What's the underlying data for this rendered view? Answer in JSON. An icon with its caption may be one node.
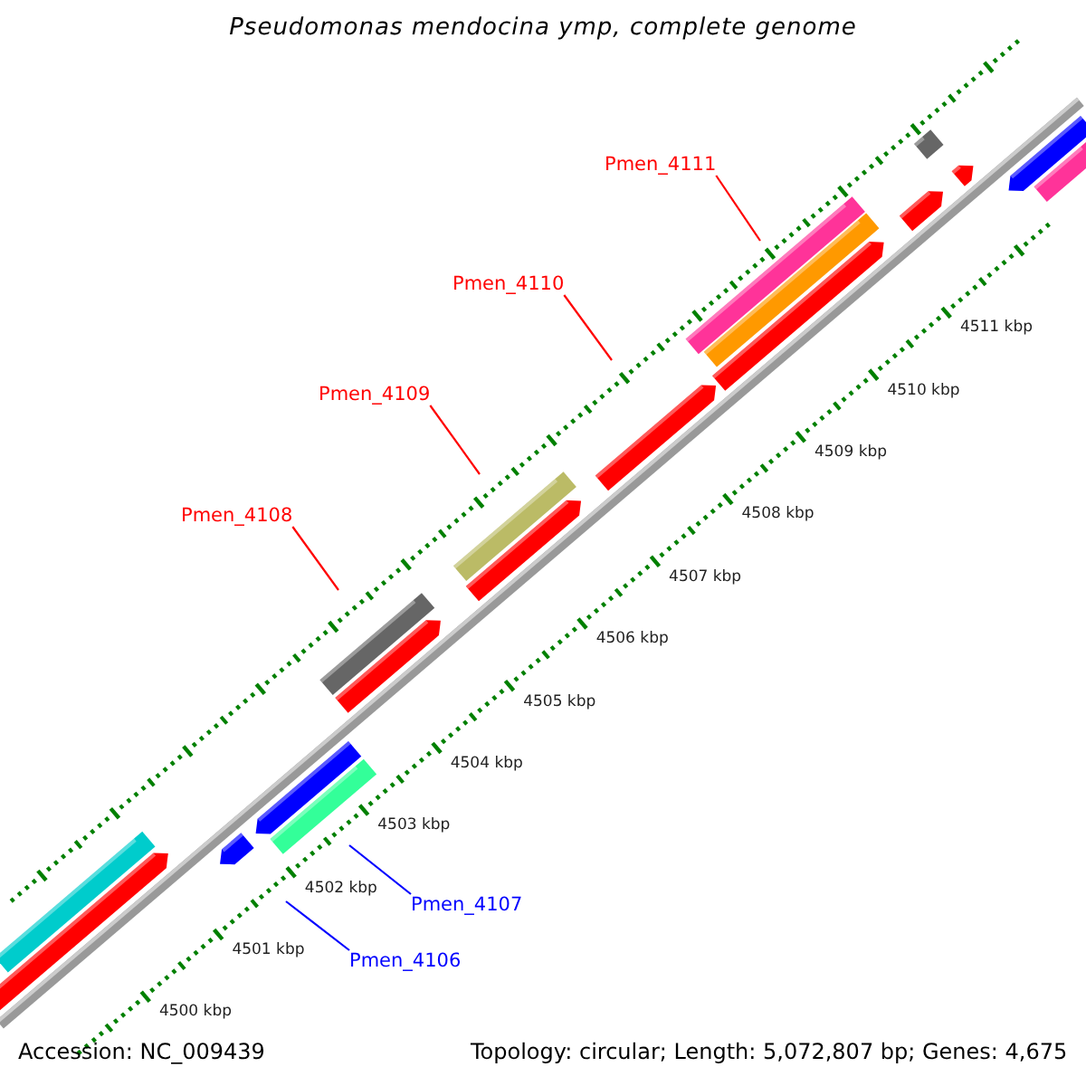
{
  "diagram": {
    "title": "Pseudomonas mendocina ymp, complete genome",
    "nodes": [
      {
        "text": [
          "Pmen_4111"
        ]
      },
      {
        "text": [
          "Pmen_4110"
        ]
      },
      {
        "text": [
          "Pmen_4109"
        ]
      },
      {
        "text": [
          "Pmen_4108"
        ]
      },
      {
        "text": [
          "Pmen_4107"
        ]
      },
      {
        "text": [
          "Pmen_4106"
        ]
      }
    ],
    "edges": [
      {
        "from": 0,
        "to": null,
        "arrow": "none"
      },
      {
        "from": 1,
        "to": null,
        "arrow": "none"
      },
      {
        "from": 2,
        "to": null,
        "arrow": "none"
      },
      {
        "from": 3,
        "to": null,
        "arrow": "none"
      },
      {
        "from": 4,
        "to": null,
        "arrow": "none",
        "color": "#0000ff"
      },
      {
        "from": 5,
        "to": null,
        "arrow": "none",
        "color": "#0000ff"
      }
    ],
    "labels": [
      "4511 kbp",
      "4510 kbp",
      "4509 kbp",
      "4508 kbp",
      "4507 kbp",
      "4506 kbp",
      "4505 kbp",
      "4504 kbp",
      "4503 kbp",
      "4502 kbp",
      "4501 kbp",
      "4500 kbp",
      "Accession: NC_009439",
      "Topology: circular; Length: 5,072,807 bp; Genes: 4,675"
    ]
  }
}
